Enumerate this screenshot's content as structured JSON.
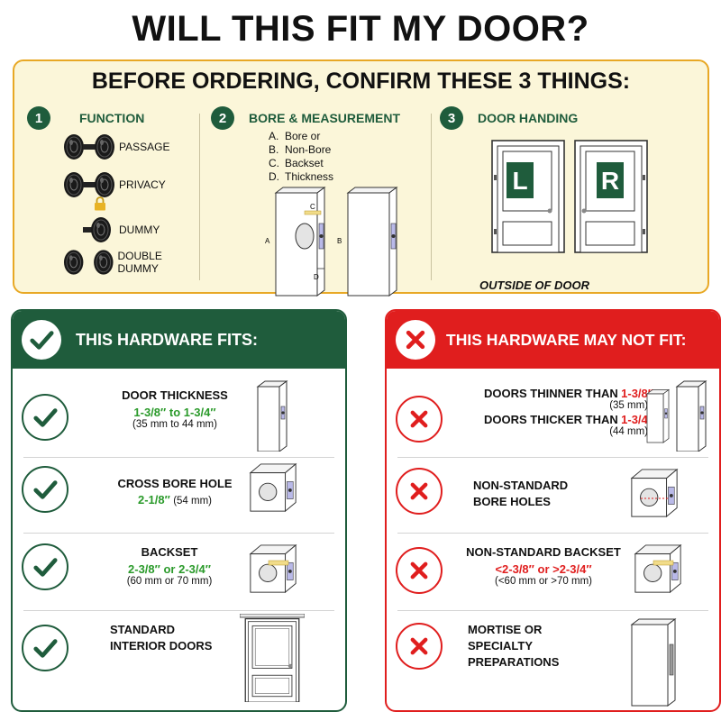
{
  "title": "WILL THIS FIT MY DOOR?",
  "confirm": {
    "title": "BEFORE ORDERING, CONFIRM THESE 3 THINGS:",
    "steps": [
      {
        "num": "1",
        "label": "FUNCTION"
      },
      {
        "num": "2",
        "label": "BORE & MEASUREMENT"
      },
      {
        "num": "3",
        "label": "DOOR HANDING"
      }
    ],
    "functions": [
      "PASSAGE",
      "PRIVACY",
      "DUMMY",
      "DOUBLE DUMMY"
    ],
    "bore_items": [
      {
        "letter": "A.",
        "text": "Bore or"
      },
      {
        "letter": "B.",
        "text": "Non-Bore"
      },
      {
        "letter": "C.",
        "text": "Backset"
      },
      {
        "letter": "D.",
        "text": "Thickness"
      }
    ],
    "bore_labels": {
      "a": "A",
      "b": "B",
      "c": "C",
      "d": "D"
    },
    "handing": {
      "left": "L",
      "right": "R",
      "caption": "OUTSIDE OF DOOR"
    }
  },
  "fits": {
    "title": "THIS HARDWARE FITS:",
    "thickness": {
      "label": "DOOR THICKNESS",
      "value": "1-3/8″ to 1-3/4″",
      "metric": "(35 mm to 44 mm)"
    },
    "cross_bore": {
      "label": "CROSS BORE HOLE",
      "value": "2-1/8″",
      "metric": "(54 mm)"
    },
    "backset": {
      "label": "BACKSET",
      "value": "2-3/8″ or 2-3/4″",
      "metric": "(60 mm or 70 mm)"
    },
    "interior": {
      "line1": "STANDARD",
      "line2": "INTERIOR DOORS"
    }
  },
  "no_fit": {
    "title": "THIS HARDWARE MAY NOT FIT:",
    "thinner": {
      "label": "DOORS THINNER THAN",
      "value": "1-3/8″",
      "metric": "(35 mm)"
    },
    "thicker": {
      "label": "DOORS THICKER THAN",
      "value": "1-3/4″",
      "metric": "(44 mm)"
    },
    "bore": {
      "line1": "NON-STANDARD",
      "line2": "BORE HOLES"
    },
    "backset": {
      "label": "NON-STANDARD BACKSET",
      "value": "<2-3/8″ or >2-3/4″",
      "metric": "(<60 mm or >70 mm)"
    },
    "mortise": {
      "line1": "MORTISE OR",
      "line2": "SPECIALTY",
      "line3": "PREPARATIONS"
    }
  },
  "colors": {
    "green": "#1f5c3c",
    "bright_green": "#2a9a2a",
    "red": "#e01e1e",
    "gold": "#e8a825",
    "cream": "#fbf6d9"
  },
  "icons": [
    "check-icon",
    "x-icon",
    "padlock-icon",
    "knob-icon",
    "door-icon",
    "door-edge-icon"
  ]
}
